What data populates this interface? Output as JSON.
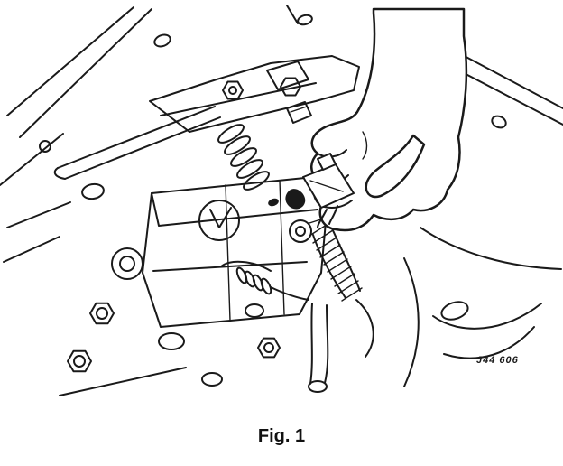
{
  "figure": {
    "caption": "Fig. 1",
    "drawing_ref": "J44 606"
  },
  "illustration": {
    "name": "hand-removing-solenoid-connector-from-valve-body-line-drawing",
    "ink_color": "#1a1a1a",
    "background_color": "#ffffff"
  }
}
